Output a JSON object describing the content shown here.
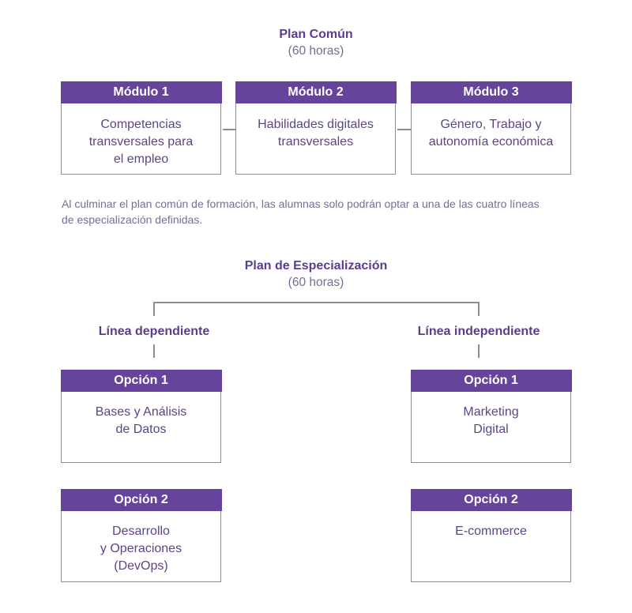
{
  "plan_comun": {
    "title": "Plan Común",
    "hours": "(60 horas)",
    "modules": [
      {
        "header": "Módulo 1",
        "body": "Competencias\ntransversales para\nel empleo"
      },
      {
        "header": "Módulo 2",
        "body": "Habilidades digitales\ntransversales"
      },
      {
        "header": "Módulo 3",
        "body": "Género, Trabajo y\nautonomía económica"
      }
    ]
  },
  "note": "Al culminar el plan común de formación, las alumnas solo podrán optar a una de las cuatro líneas de especialización definidas.",
  "plan_especializacion": {
    "title": "Plan de Especialización",
    "hours": "(60 horas)",
    "lines": [
      {
        "label": "Línea dependiente",
        "options": [
          {
            "header": "Opción 1",
            "body": "Bases y Análisis\nde Datos"
          },
          {
            "header": "Opción 2",
            "body": "Desarrollo\ny Operaciones\n(DevOps)"
          }
        ]
      },
      {
        "label": "Línea independiente",
        "options": [
          {
            "header": "Opción 1",
            "body": "Marketing\nDigital"
          },
          {
            "header": "Opción 2",
            "body": "E-commerce"
          }
        ]
      }
    ]
  },
  "colors": {
    "header_purple": "#66449c",
    "title_purple": "#5b3c91",
    "border_gray": "#8e8c96"
  }
}
